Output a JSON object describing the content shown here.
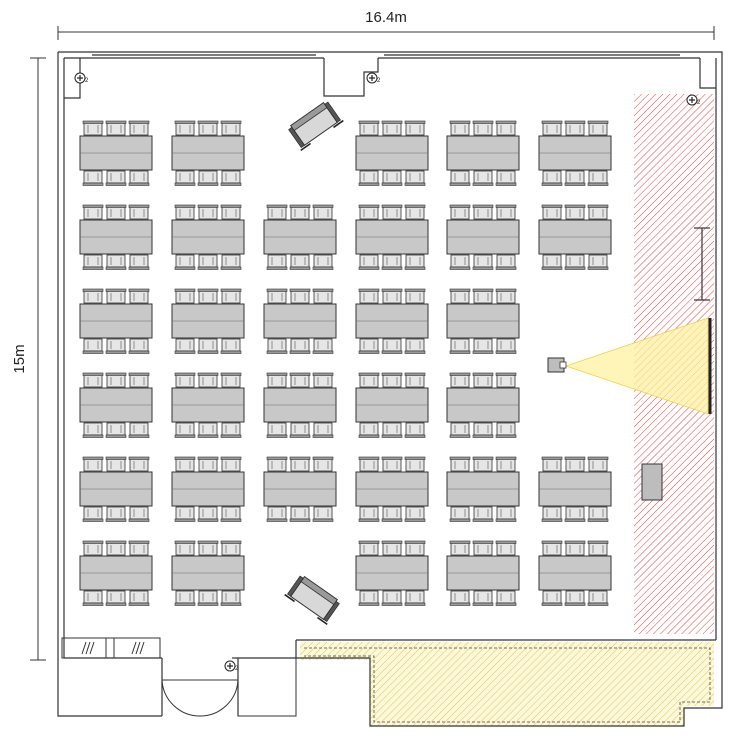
{
  "labels": {
    "width_dimension": "16.4m",
    "height_dimension": "15m",
    "sensor_tag": "2"
  },
  "layout": {
    "table_rows": 6,
    "table_cols": 6,
    "empty_table_cells": [
      {
        "row": 1,
        "col": 3
      },
      {
        "row": 3,
        "col": 6
      },
      {
        "row": 4,
        "col": 6
      },
      {
        "row": 6,
        "col": 3
      }
    ],
    "chairs_per_side": 3,
    "armchairs": 2,
    "ceiling_sensors": 4
  },
  "colors": {
    "wall": "#333333",
    "table_fill": "#c8c8c8",
    "stage_hatch": "#e04040",
    "lobby_hatch": "#d8c050",
    "lobby_fill": "#fdf8d8",
    "projector_beam": "#fff2a0"
  }
}
